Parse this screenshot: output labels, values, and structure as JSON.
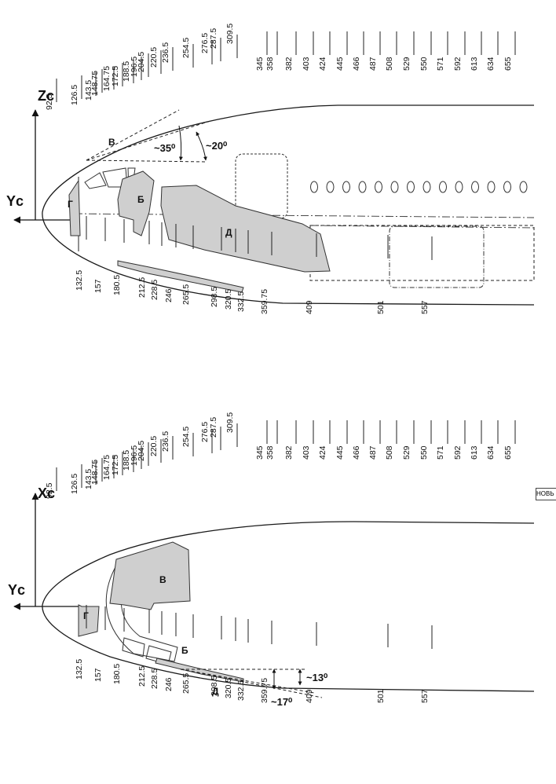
{
  "top_view": {
    "axis_vertical": "Zc",
    "axis_horizontal": "Yc",
    "stations_upper": [
      "92.5",
      "126.5",
      "143.5",
      "148.75",
      "164.75",
      "172.5",
      "188.5",
      "196.5",
      "204.5",
      "220.5",
      "236.5",
      "254.5",
      "276.5",
      "287.5",
      "309.5",
      "345",
      "358",
      "382",
      "403",
      "424",
      "445",
      "466",
      "487",
      "508",
      "529",
      "550",
      "571",
      "592",
      "613",
      "634",
      "655"
    ],
    "stations_lower": [
      "132.5",
      "157",
      "180.5",
      "212.5",
      "228.5",
      "246",
      "265.5",
      "298.5",
      "320.5",
      "332.5",
      "359.75",
      "409",
      "501",
      "557"
    ],
    "zones": [
      "В",
      "Г",
      "Б",
      "Д"
    ],
    "angles": [
      "~35⁰",
      "~20⁰"
    ]
  },
  "bottom_view": {
    "axis_vertical": "Xc",
    "axis_horizontal": "Yc",
    "stations_upper": [
      "92.5",
      "126.5",
      "143.5",
      "148.75",
      "164.75",
      "172.5",
      "188.5",
      "196.5",
      "204.5",
      "220.5",
      "236.5",
      "254.5",
      "276.5",
      "287.5",
      "309.5",
      "345",
      "358",
      "382",
      "403",
      "424",
      "445",
      "466",
      "487",
      "508",
      "529",
      "550",
      "571",
      "592",
      "613",
      "634",
      "655"
    ],
    "stations_lower": [
      "132.5",
      "157",
      "180.5",
      "212.5",
      "228.5",
      "246",
      "265.5",
      "298.5",
      "320.5",
      "332.5",
      "359.75",
      "409",
      "501",
      "557"
    ],
    "zones": [
      "В",
      "Г",
      "Б",
      "Д"
    ],
    "angles": [
      "~13⁰",
      "~17⁰"
    ]
  },
  "side_tag": "НОВЬ"
}
